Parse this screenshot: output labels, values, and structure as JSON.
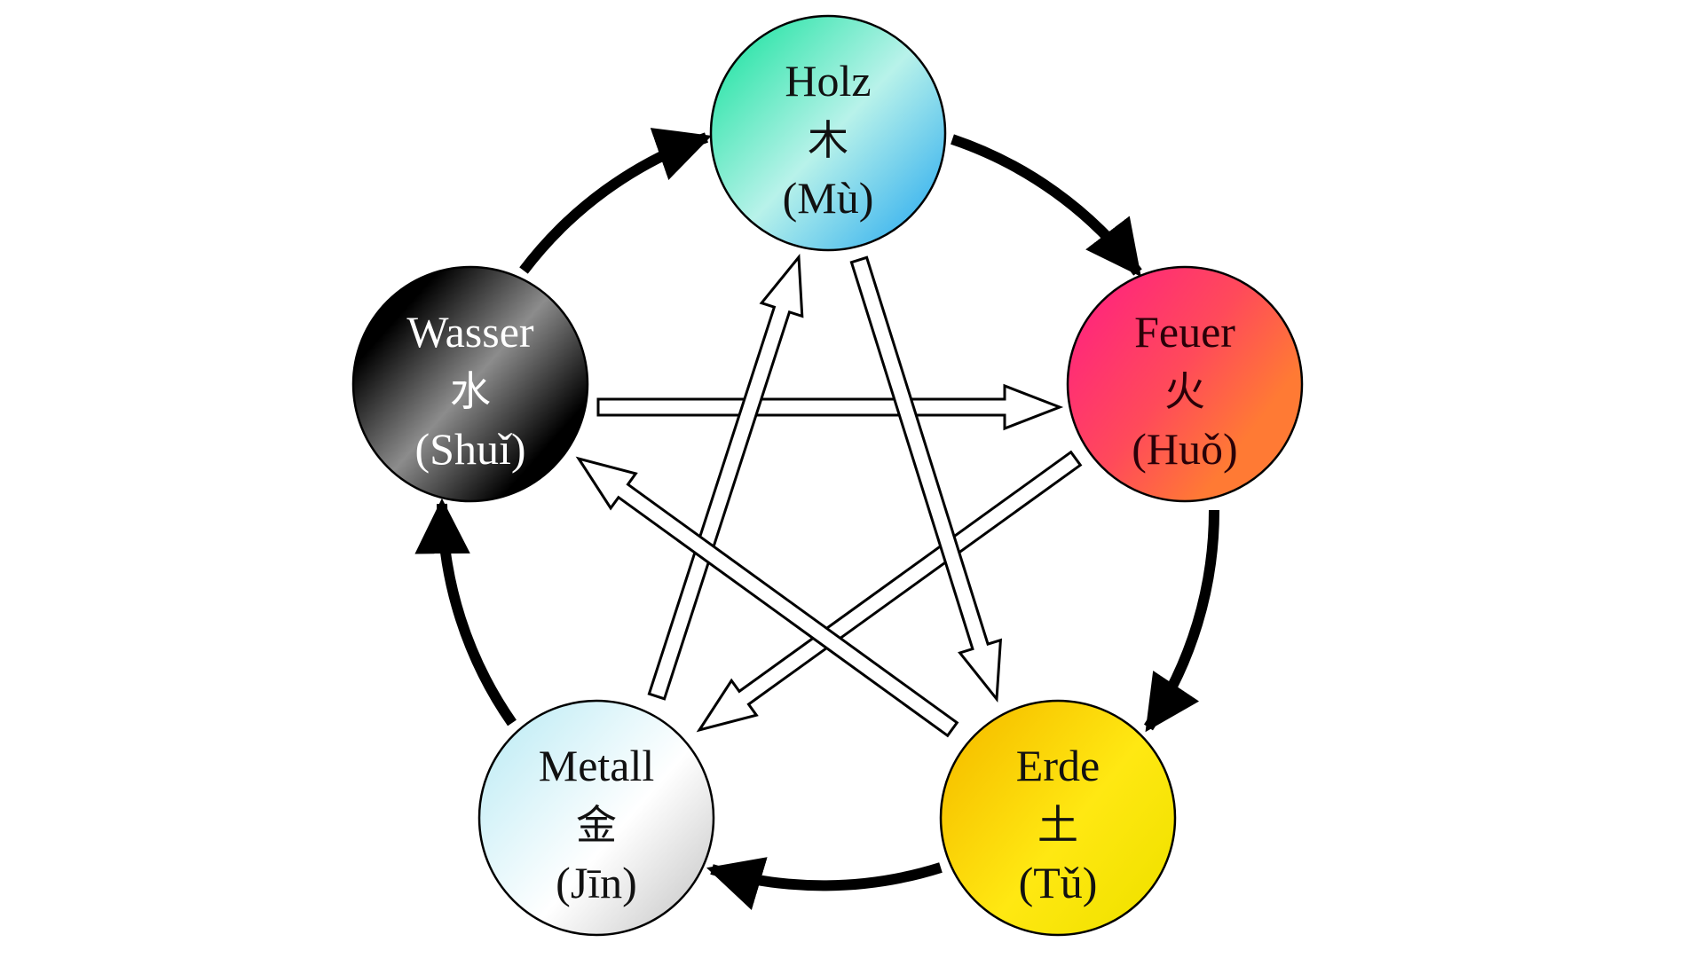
{
  "title": "Wu Xing – Fünf Elemente",
  "elements": [
    {
      "id": "holz",
      "name": "Holz",
      "hanzi": "木",
      "pinyin": "(Mù)",
      "text_color": "#111111",
      "gradient": [
        "#3ee6b0",
        "#b8f2ea",
        "#44b8ee"
      ]
    },
    {
      "id": "feuer",
      "name": "Feuer",
      "hanzi": "火",
      "pinyin": "(Huǒ)",
      "text_color": "#2a0008",
      "gradient": [
        "#ff2a78",
        "#ff4a5a",
        "#ff7a34"
      ]
    },
    {
      "id": "erde",
      "name": "Erde",
      "hanzi": "土",
      "pinyin": "(Tǔ)",
      "text_color": "#111111",
      "gradient": [
        "#f7c400",
        "#ffe812",
        "#f2e200"
      ]
    },
    {
      "id": "metall",
      "name": "Metall",
      "hanzi": "金",
      "pinyin": "(Jīn)",
      "text_color": "#111111",
      "gradient": [
        "#c6eef6",
        "#ffffff",
        "#d2d2d2"
      ]
    },
    {
      "id": "wasser",
      "name": "Wasser",
      "hanzi": "水",
      "pinyin": "(Shuǐ)",
      "text_color": "#ffffff",
      "gradient": [
        "#000000",
        "#8c8c8c",
        "#000000"
      ]
    }
  ],
  "generating_cycle": [
    {
      "from": "holz",
      "to": "feuer"
    },
    {
      "from": "feuer",
      "to": "erde"
    },
    {
      "from": "erde",
      "to": "metall"
    },
    {
      "from": "metall",
      "to": "wasser"
    },
    {
      "from": "wasser",
      "to": "holz"
    }
  ],
  "controlling_cycle": [
    {
      "from": "wasser",
      "to": "feuer"
    },
    {
      "from": "feuer",
      "to": "metall"
    },
    {
      "from": "metall",
      "to": "holz"
    },
    {
      "from": "holz",
      "to": "erde"
    },
    {
      "from": "erde",
      "to": "wasser"
    }
  ],
  "colors": {
    "generating_arrow": "#000000",
    "controlling_arrow_fill": "#ffffff",
    "controlling_arrow_stroke": "#000000",
    "node_stroke": "#000000"
  }
}
